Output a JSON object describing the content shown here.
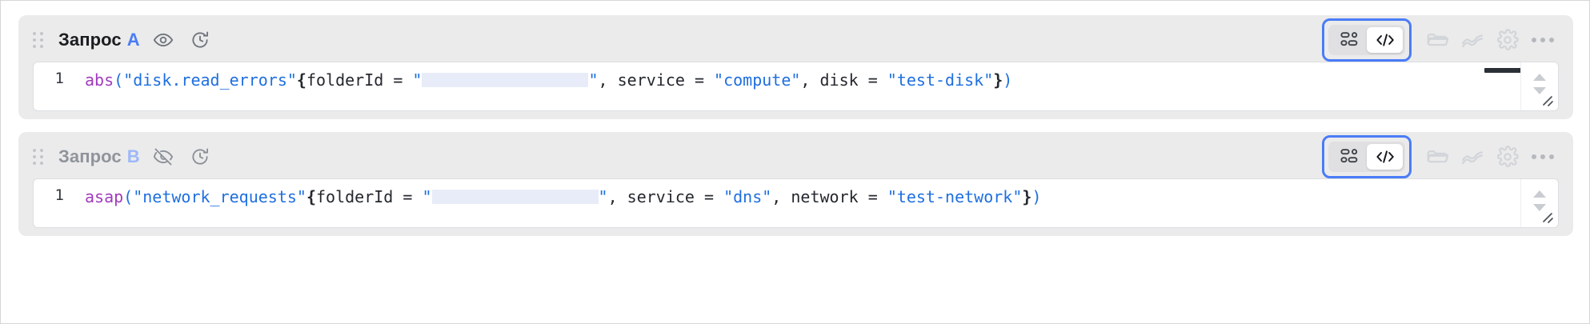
{
  "queries": [
    {
      "id": "query-a",
      "title": "Запрос",
      "letter": "A",
      "visibility_icon": "eye-icon",
      "history_icon": "history-icon",
      "hidden": false,
      "line_number": "1",
      "code": {
        "fn": "abs",
        "open_paren": "(",
        "metric": "\"disk.read_errors\"",
        "brace_open": "{",
        "label1_key": "folderId",
        "eq1": " = ",
        "quote_open": "\"",
        "redacted_value": "",
        "quote_close": "\"",
        "sep1": ", ",
        "label2_key": "service",
        "eq2": " = ",
        "label2_value": "\"compute\"",
        "sep2": ", ",
        "label3_key": "disk",
        "eq3": " = ",
        "label3_value": "\"test-disk\"",
        "brace_close": "}",
        "close_paren": ")"
      },
      "toolbar": {
        "segmented": {
          "builder_label": "builder-view",
          "code_label": "</>",
          "active": "code"
        },
        "folder_icon": "folder-icon",
        "chart_icon": "chart-line-icon",
        "settings_icon": "gear-icon",
        "more_icon": "more-options-icon"
      }
    },
    {
      "id": "query-b",
      "title": "Запрос",
      "letter": "B",
      "visibility_icon": "eye-off-icon",
      "history_icon": "history-icon",
      "hidden": true,
      "line_number": "1",
      "code": {
        "fn": "asap",
        "open_paren": "(",
        "metric": "\"network_requests\"",
        "brace_open": "{",
        "label1_key": "folderId",
        "eq1": " = ",
        "quote_open": "\"",
        "redacted_value": "",
        "quote_close": "\"",
        "sep1": ", ",
        "label2_key": "service",
        "eq2": " = ",
        "label2_value": "\"dns\"",
        "sep2": ", ",
        "label3_key": "network",
        "eq3": " = ",
        "label3_value": "\"test-network\"",
        "brace_close": "}",
        "close_paren": ")"
      },
      "toolbar": {
        "segmented": {
          "builder_label": "builder-view",
          "code_label": "</>",
          "active": "code"
        },
        "folder_icon": "folder-icon",
        "chart_icon": "chart-line-icon",
        "settings_icon": "gear-icon",
        "more_icon": "more-options-icon"
      }
    }
  ],
  "colors": {
    "accent_blue": "#4a7cf7",
    "card_bg": "#ebebeb",
    "string_blue": "#1f6fe0",
    "function_purple": "#a03bbd",
    "redacted_fill": "#e8ecf8"
  }
}
